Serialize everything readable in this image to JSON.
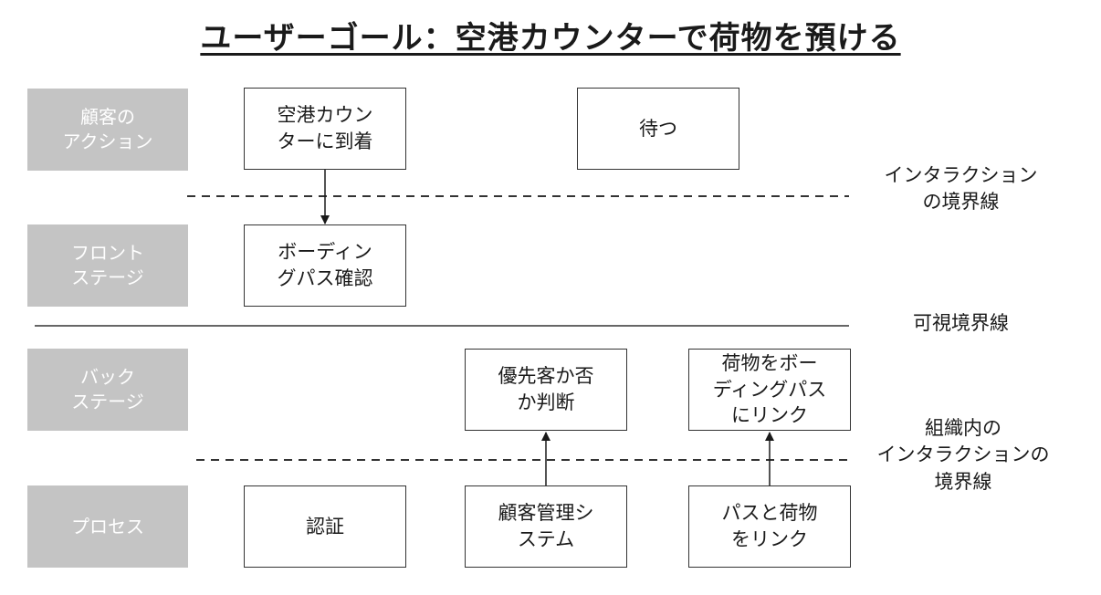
{
  "title": "ユーザーゴール：空港カウンターで荷物を預ける",
  "lanes": {
    "customer": "顧客の\nアクション",
    "front": "フロント\nステージ",
    "back": "バック\nステージ",
    "process": "プロセス"
  },
  "steps": {
    "arrive": "空港カウン\nターに到着",
    "wait": "待つ",
    "boarding": "ボーディン\nグパス確認",
    "priority": "優先客か否\nか判断",
    "link_bag": "荷物をボー\nディングパス\nにリンク",
    "auth": "認証",
    "crm": "顧客管理シ\nステム",
    "pass_link": "パスと荷物\nをリンク"
  },
  "lines": {
    "interaction": "インタラクション\nの境界線",
    "visibility": "可視境界線",
    "internal": "組織内の\nインタラクションの\n境界線"
  },
  "colors": {
    "lane_bg": "#c4c4c4",
    "border": "#333333"
  }
}
